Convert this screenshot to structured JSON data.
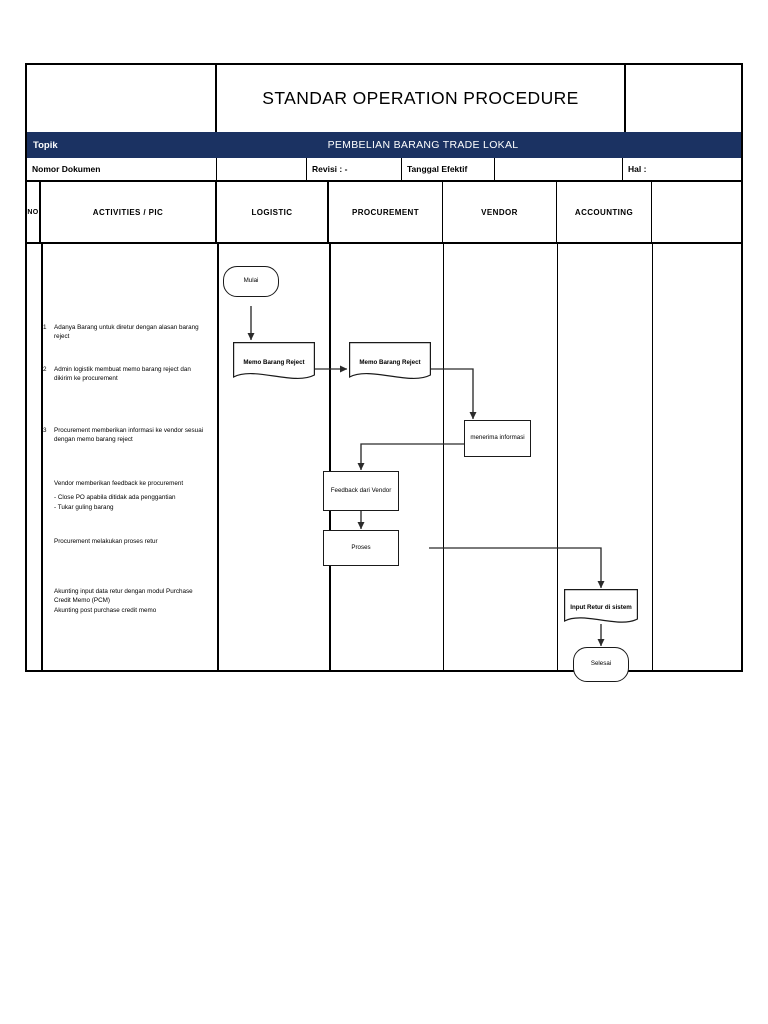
{
  "document": {
    "title": "STANDAR OPERATION PROCEDURE",
    "topic_label": "Topik",
    "topic_value": "PEMBELIAN BARANG TRADE LOKAL",
    "accent_color": "#1b3262"
  },
  "meta": {
    "nomor_dokumen": "Nomor Dokumen",
    "blank1": "",
    "revisi": "Revisi : -",
    "tanggal_efektif": "Tanggal Efektif",
    "blank2": "",
    "hal": "Hal :"
  },
  "columns": {
    "no": "NO",
    "activities": "ACTIVITIES / PIC",
    "logistic": "LOGISTIC",
    "procurement": "PROCUREMENT",
    "vendor": "VENDOR",
    "accounting": "ACCOUNTING",
    "last": ""
  },
  "activities": [
    {
      "no": "1",
      "text": "Adanya Barang untuk diretur dengan alasan barang reject"
    },
    {
      "no": "2",
      "text": "Admin logistik membuat memo barang reject dan dikirim ke procurement"
    },
    {
      "no": "3",
      "text": "Procurement memberikan informasi ke vendor sesuai dengan memo barang reject"
    },
    {
      "no": "",
      "text": "Vendor memberikan feedback ke procurement"
    },
    {
      "no": "",
      "text": "- Close PO apabila ditidak ada penggantian"
    },
    {
      "no": "",
      "text": "- Tukar guling barang"
    },
    {
      "no": "",
      "text": "Procurement melakukan proses retur"
    },
    {
      "no": "",
      "text": "Akunting input data retur dengan modul Purchase Credit Memo (PCM)"
    },
    {
      "no": "",
      "text": "Akunting post purchase credit memo"
    }
  ],
  "flowchart": {
    "type": "flowchart",
    "nodes": [
      {
        "id": "mulai",
        "label": "Mulai",
        "shape": "stadium",
        "lane": "logistic"
      },
      {
        "id": "memo-log",
        "label": "Memo Barang Reject",
        "shape": "document",
        "lane": "logistic"
      },
      {
        "id": "memo-proc",
        "label": "Memo Barang Reject",
        "shape": "document",
        "lane": "procurement"
      },
      {
        "id": "menerima",
        "label": "menerima informasi",
        "shape": "rect",
        "lane": "vendor"
      },
      {
        "id": "feedback",
        "label": "Feedback dari Vendor",
        "shape": "rect",
        "lane": "procurement"
      },
      {
        "id": "proses",
        "label": "Proses",
        "shape": "rect",
        "lane": "procurement"
      },
      {
        "id": "input-retur",
        "label": "Input Retur di sistem",
        "shape": "document",
        "lane": "accounting"
      },
      {
        "id": "selesai",
        "label": "Selesai",
        "shape": "stadium",
        "lane": "accounting"
      }
    ],
    "edges": [
      {
        "from": "mulai",
        "to": "memo-log"
      },
      {
        "from": "memo-log",
        "to": "memo-proc"
      },
      {
        "from": "memo-proc",
        "to": "menerima"
      },
      {
        "from": "menerima",
        "to": "feedback"
      },
      {
        "from": "feedback",
        "to": "proses"
      },
      {
        "from": "proses",
        "to": "input-retur"
      },
      {
        "from": "input-retur",
        "to": "selesai"
      }
    ]
  }
}
